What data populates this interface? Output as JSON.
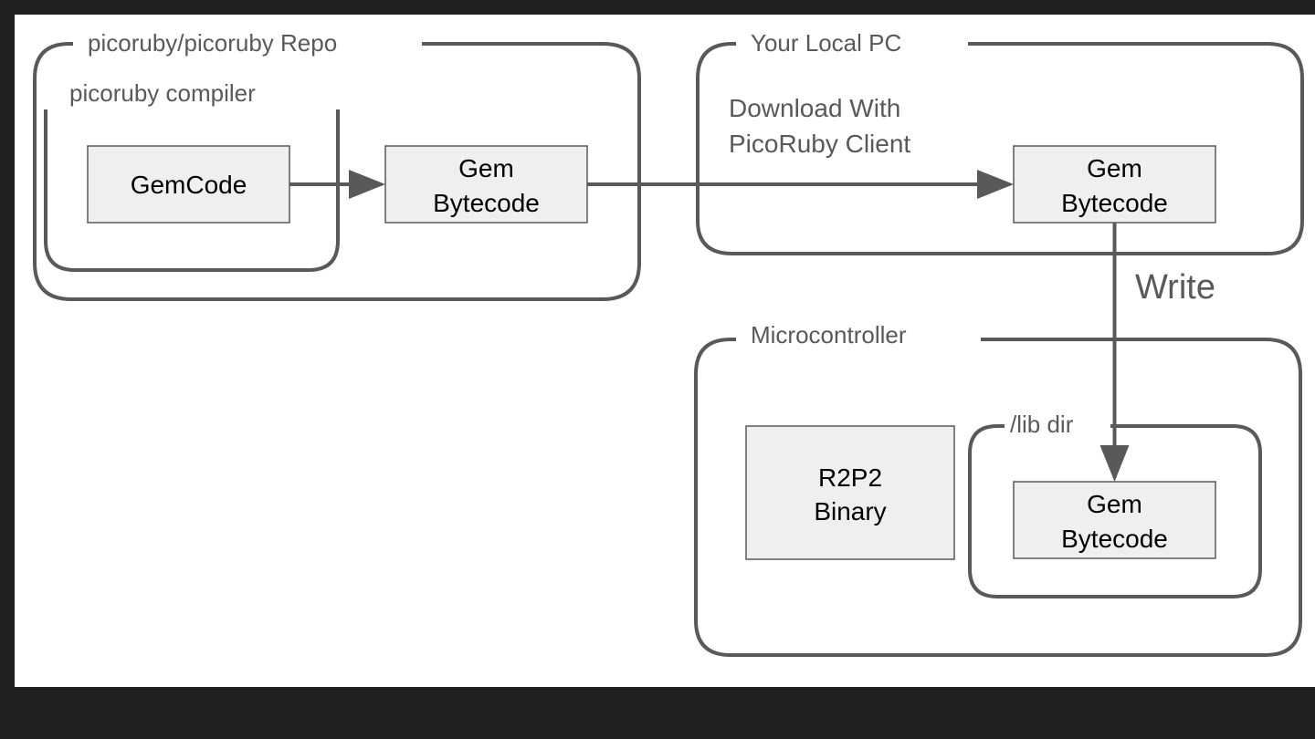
{
  "colors": {
    "background": "#212121",
    "canvas": "#ffffff",
    "stroke": "#595959",
    "box_fill": "#efefef",
    "box_text": "#000000"
  },
  "groups": {
    "repo": "picoruby/picoruby Repo",
    "compiler": "picoruby compiler",
    "local_pc": "Your Local PC",
    "microcontroller": "Microcontroller",
    "lib_dir": "/lib dir"
  },
  "boxes": {
    "gemcode": "GemCode",
    "repo_bytecode": [
      "Gem",
      "Bytecode"
    ],
    "pc_bytecode": [
      "Gem",
      "Bytecode"
    ],
    "r2p2_binary": [
      "R2P2",
      "Binary"
    ],
    "lib_bytecode": [
      "Gem",
      "Bytecode"
    ]
  },
  "edges": {
    "download": [
      "Download With",
      "PicoRuby Client"
    ],
    "write": "Write"
  }
}
